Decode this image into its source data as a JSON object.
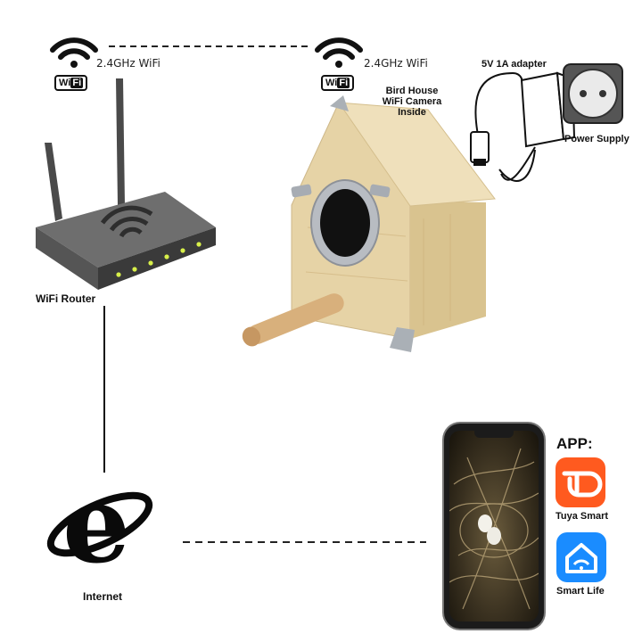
{
  "wifi_left": {
    "label": "2.4GHz WiFi",
    "badge_prefix": "Wi",
    "badge_suffix": "Fi"
  },
  "wifi_right": {
    "label": "2.4GHz WiFi",
    "badge_prefix": "Wi",
    "badge_suffix": "Fi"
  },
  "router": {
    "label": "WiFi Router"
  },
  "internet": {
    "label": "Internet"
  },
  "birdhouse": {
    "line1": "Bird House",
    "line2": "WiFi Camera",
    "line3": "Inside"
  },
  "adapter": {
    "label": "5V 1A adapter",
    "power_label": "Power Supply"
  },
  "app": {
    "title": "APP:",
    "apps": [
      {
        "name": "Tuya Smart",
        "icon": "tuya-t-icon",
        "color": "#ff5a1f"
      },
      {
        "name": "Smart Life",
        "icon": "home-wifi-icon",
        "color": "#1a8cff"
      }
    ]
  },
  "phone": {
    "status": "camera-feed-nest-with-eggs"
  }
}
